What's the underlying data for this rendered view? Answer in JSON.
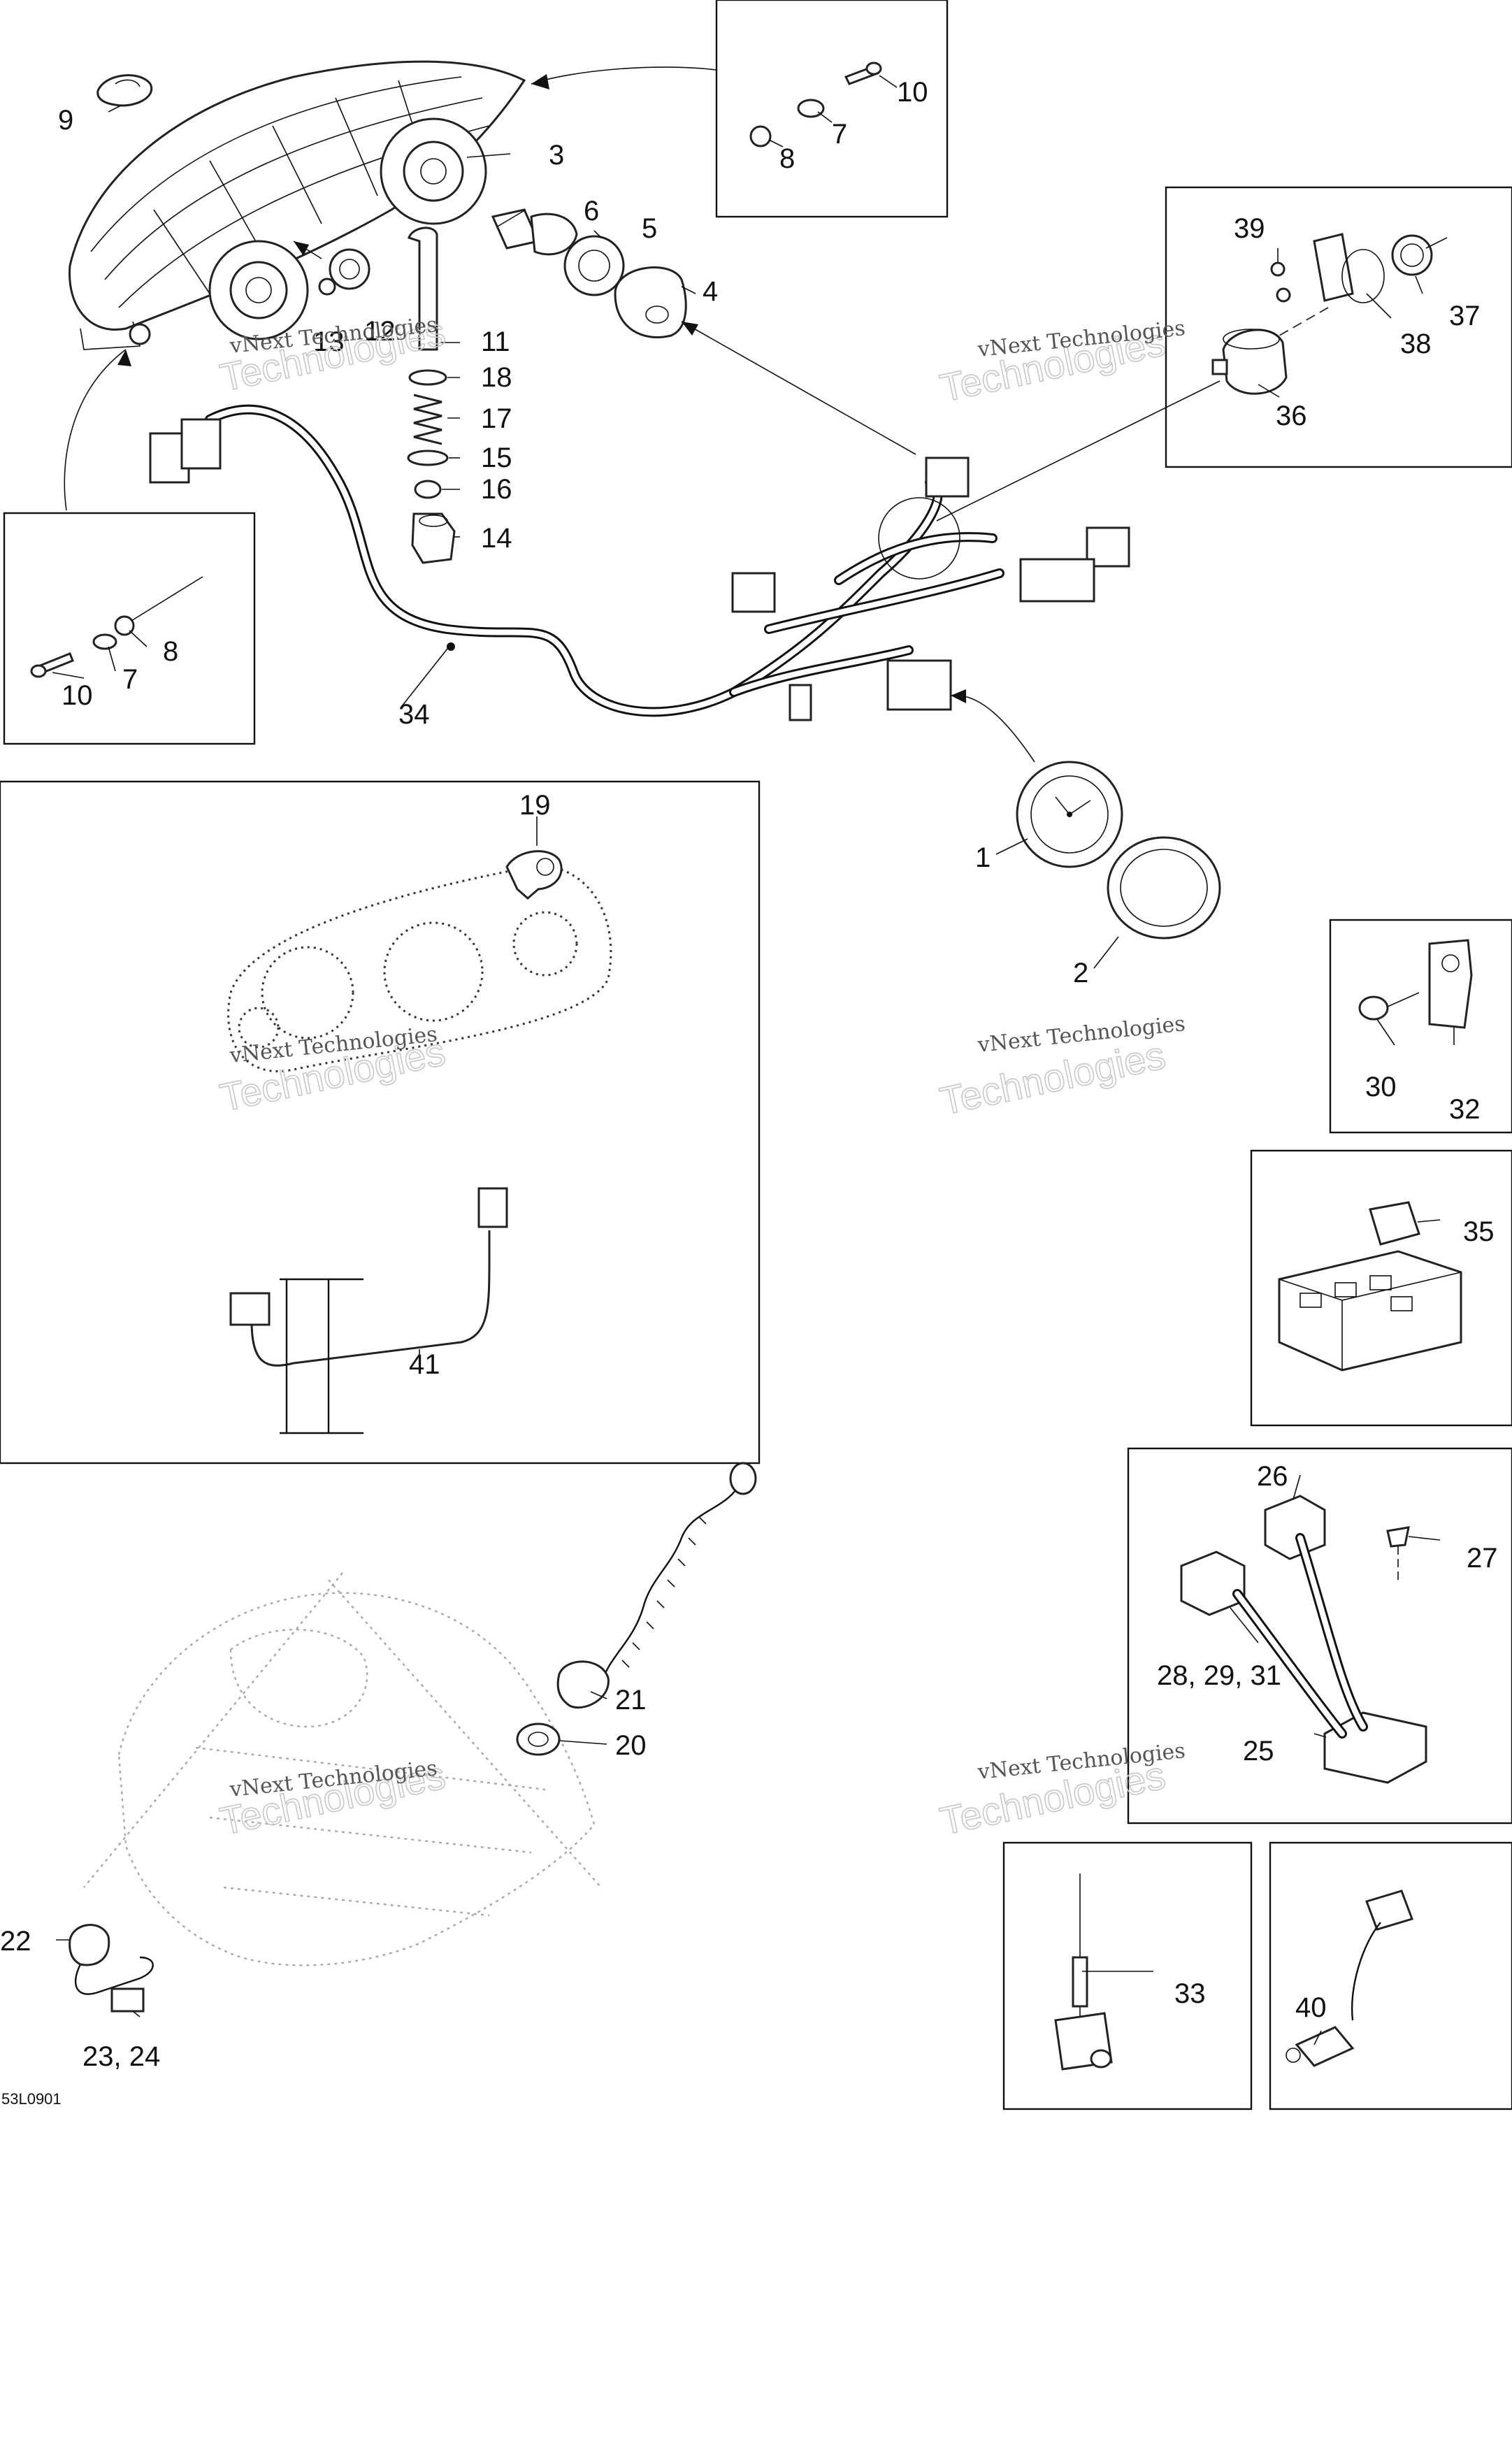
{
  "diagram_code": "53L0901",
  "watermark": {
    "small": "vNext Technologies",
    "large": "Technologies"
  },
  "callouts": {
    "c1": "1",
    "c2": "2",
    "c3": "3",
    "c4": "4",
    "c5": "5",
    "c6": "6",
    "c7a": "7",
    "c7b": "7",
    "c8a": "8",
    "c8b": "8",
    "c9": "9",
    "c10a": "10",
    "c10b": "10",
    "c11": "11",
    "c12": "12",
    "c13": "13",
    "c14": "14",
    "c15": "15",
    "c16": "16",
    "c17": "17",
    "c18": "18",
    "c19": "19",
    "c20": "20",
    "c21": "21",
    "c22": "22",
    "c23_24": "23, 24",
    "c25": "25",
    "c26": "26",
    "c27": "27",
    "c28_29_31": "28, 29, 31",
    "c30": "30",
    "c32": "32",
    "c33": "33",
    "c34": "34",
    "c35": "35",
    "c36": "36",
    "c37": "37",
    "c38": "38",
    "c39": "39",
    "c40": "40",
    "c41": "41"
  }
}
